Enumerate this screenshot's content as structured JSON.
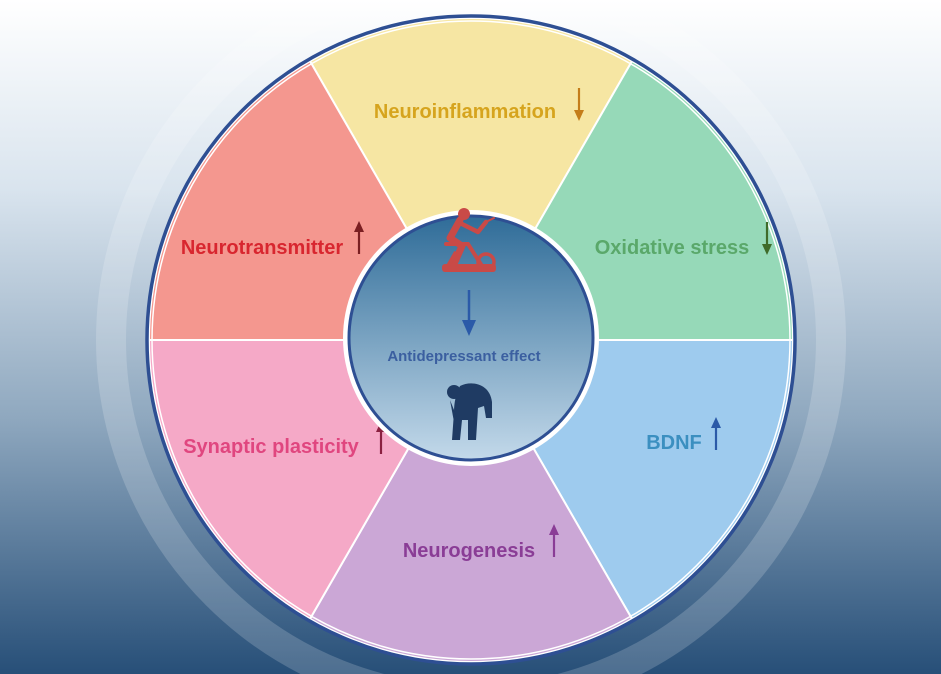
{
  "center": {
    "label": "Antidepressant effect",
    "top_icon": "exercise-bike-icon",
    "bottom_icon": "depressed-person-icon",
    "arrow_direction": "down",
    "arrow_color": "#2b5aa8"
  },
  "segments": [
    {
      "key": "neuroinflammation",
      "label": "Neuroinflammation",
      "arrow": "down",
      "fill": "#f6e6a3",
      "text_color": "#d6a41e",
      "arrow_color": "#c47d1a"
    },
    {
      "key": "oxidative-stress",
      "label": "Oxidative stress",
      "arrow": "down",
      "fill": "#96d9b8",
      "text_color": "#5aa86a",
      "arrow_color": "#3f6b2a"
    },
    {
      "key": "bdnf",
      "label": "BDNF",
      "arrow": "up",
      "fill": "#9ecbee",
      "text_color": "#3b8fc0",
      "arrow_color": "#2b5aa8"
    },
    {
      "key": "neurogenesis",
      "label": "Neurogenesis",
      "arrow": "up",
      "fill": "#cba7d6",
      "text_color": "#8a3d96",
      "arrow_color": "#8a3d96"
    },
    {
      "key": "synaptic-plasticity",
      "label": "Synaptic plasticity",
      "arrow": "up",
      "fill": "#f5a9c7",
      "text_color": "#e0467f",
      "arrow_color": "#8a2040"
    },
    {
      "key": "neurotransmitter",
      "label": "Neurotransmitter",
      "arrow": "up",
      "fill": "#f4978f",
      "text_color": "#d8262f",
      "arrow_color": "#7a1f22"
    }
  ],
  "colors": {
    "ring_border": "#2e4f93",
    "center_gradient_top": "#2f6c98",
    "center_gradient_bottom": "#bed6e8",
    "icon_bike": "#c94a47",
    "icon_person": "#1f3b63"
  }
}
